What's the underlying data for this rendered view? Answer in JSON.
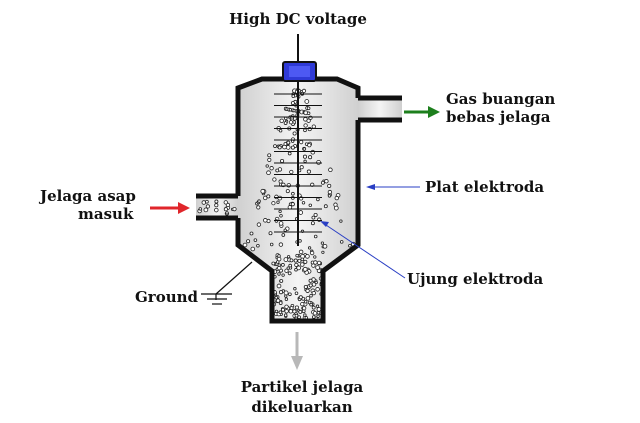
{
  "diagram": {
    "labels": {
      "high_dc_voltage": "High DC voltage",
      "gas_out_line1": "Gas buangan",
      "gas_out_line2": "bebas jelaga",
      "soot_in_line1": "Jelaga asap",
      "soot_in_line2": "masuk",
      "plate_electrode": "Plat elektroda",
      "electrode_tip": "Ujung elektroda",
      "ground": "Ground",
      "particles_out_line1": "Partikel jelaga",
      "particles_out_line2": "dikeluarkan"
    },
    "colors": {
      "wall": "#111111",
      "chamber_fill": "#e6e6e6",
      "insulator": "#2f3ad6",
      "inlet_arrow": "#e0262b",
      "outlet_arrow": "#1d7f1d",
      "pointer_line": "#2a3fc4",
      "discharge_arrow": "#b8b8b8"
    }
  }
}
